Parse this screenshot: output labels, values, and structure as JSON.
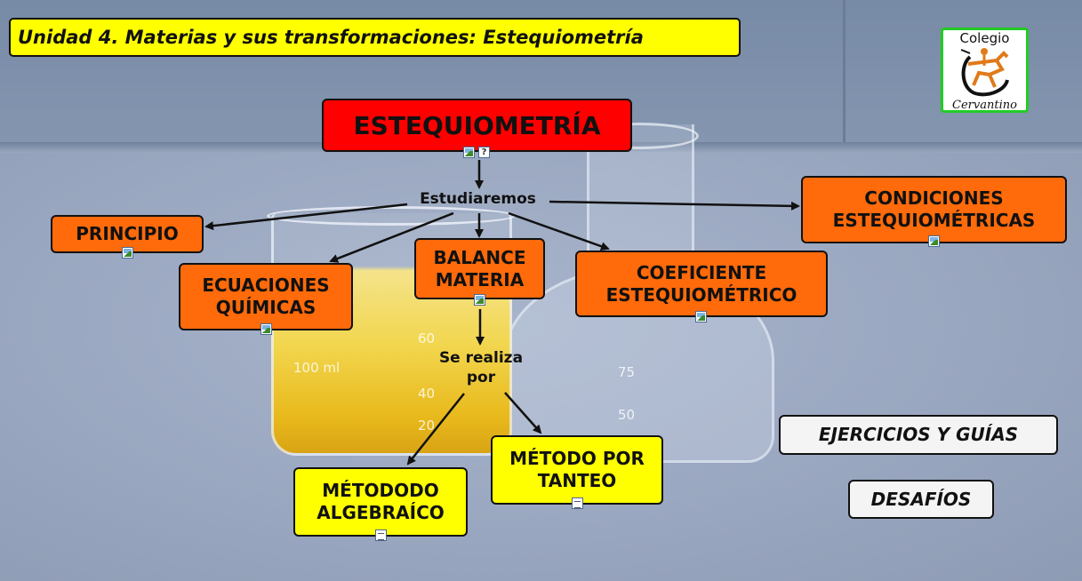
{
  "header": {
    "title": "Unidad 4. Materias y sus transformaciones: Estequiometría"
  },
  "logo": {
    "top_text": "Colegio",
    "bottom_text": "Cervantino",
    "icon": "horse-rider-logo-icon"
  },
  "map": {
    "main": "ESTEQUIOMETRÍA",
    "link1": "Estudiaremos",
    "principio": "PRINCIPIO",
    "ecuaciones": "ECUACIONES QUÍMICAS",
    "balance": "BALANCE MATERIA",
    "coeficiente": "COEFICIENTE ESTEQUIOMÉTRICO",
    "condiciones": "CONDICIONES ESTEQUIOMÉTRICAS",
    "link2": "Se realiza por",
    "algebraico": "MÉTODODO ALGEBRAÍCO",
    "tanteo": "MÉTODO POR TANTEO"
  },
  "buttons": {
    "ejercicios": "EJERCICIOS Y GUÍAS",
    "desafios": "DESAFÍOS"
  },
  "scene": {
    "grad_60": "60",
    "grad_40": "40",
    "grad_20": "20",
    "grad_75": "75",
    "grad_50": "50",
    "beaker_label": "100 ml"
  },
  "colors": {
    "concept": "#ff6a0a",
    "method": "#ffff00",
    "main": "#ff0000",
    "logo_border": "#22cc22"
  }
}
